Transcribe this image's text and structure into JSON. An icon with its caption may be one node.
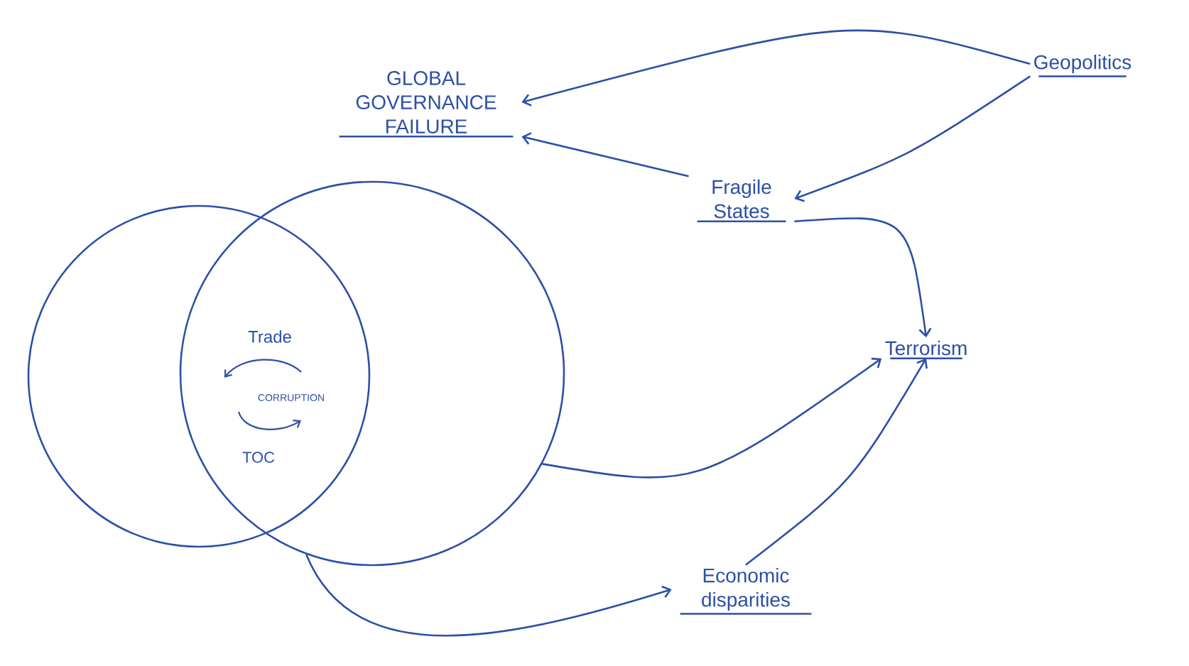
{
  "diagram": {
    "nodes": [
      {
        "text": [
          "GLOBAL GOVERNANCE FAILURE"
        ]
      },
      {
        "text": [
          "Geopolitics"
        ]
      },
      {
        "text": [
          "Fragile States"
        ]
      },
      {
        "text": [],
        "shape": "circle"
      },
      {
        "text": [],
        "shape": "circle"
      },
      {
        "text": [
          "Trade"
        ]
      },
      {
        "text": [
          "CORRUPTION"
        ]
      },
      {
        "text": [
          "TOC"
        ]
      },
      {
        "text": [
          "Terrorism"
        ]
      },
      {
        "text": [
          "Economic disparities"
        ]
      }
    ],
    "edges": [
      {
        "from": 1,
        "to": 0,
        "arrow": "to"
      },
      {
        "from": 1,
        "to": 2,
        "arrow": "to"
      },
      {
        "from": 2,
        "to": 0,
        "arrow": "to"
      },
      {
        "from": 2,
        "to": 8,
        "arrow": "to"
      },
      {
        "from": 4,
        "to": 8,
        "arrow": "to"
      },
      {
        "from": 4,
        "to": 9,
        "arrow": "to"
      },
      {
        "from": 9,
        "to": 8,
        "arrow": "to"
      }
    ]
  }
}
